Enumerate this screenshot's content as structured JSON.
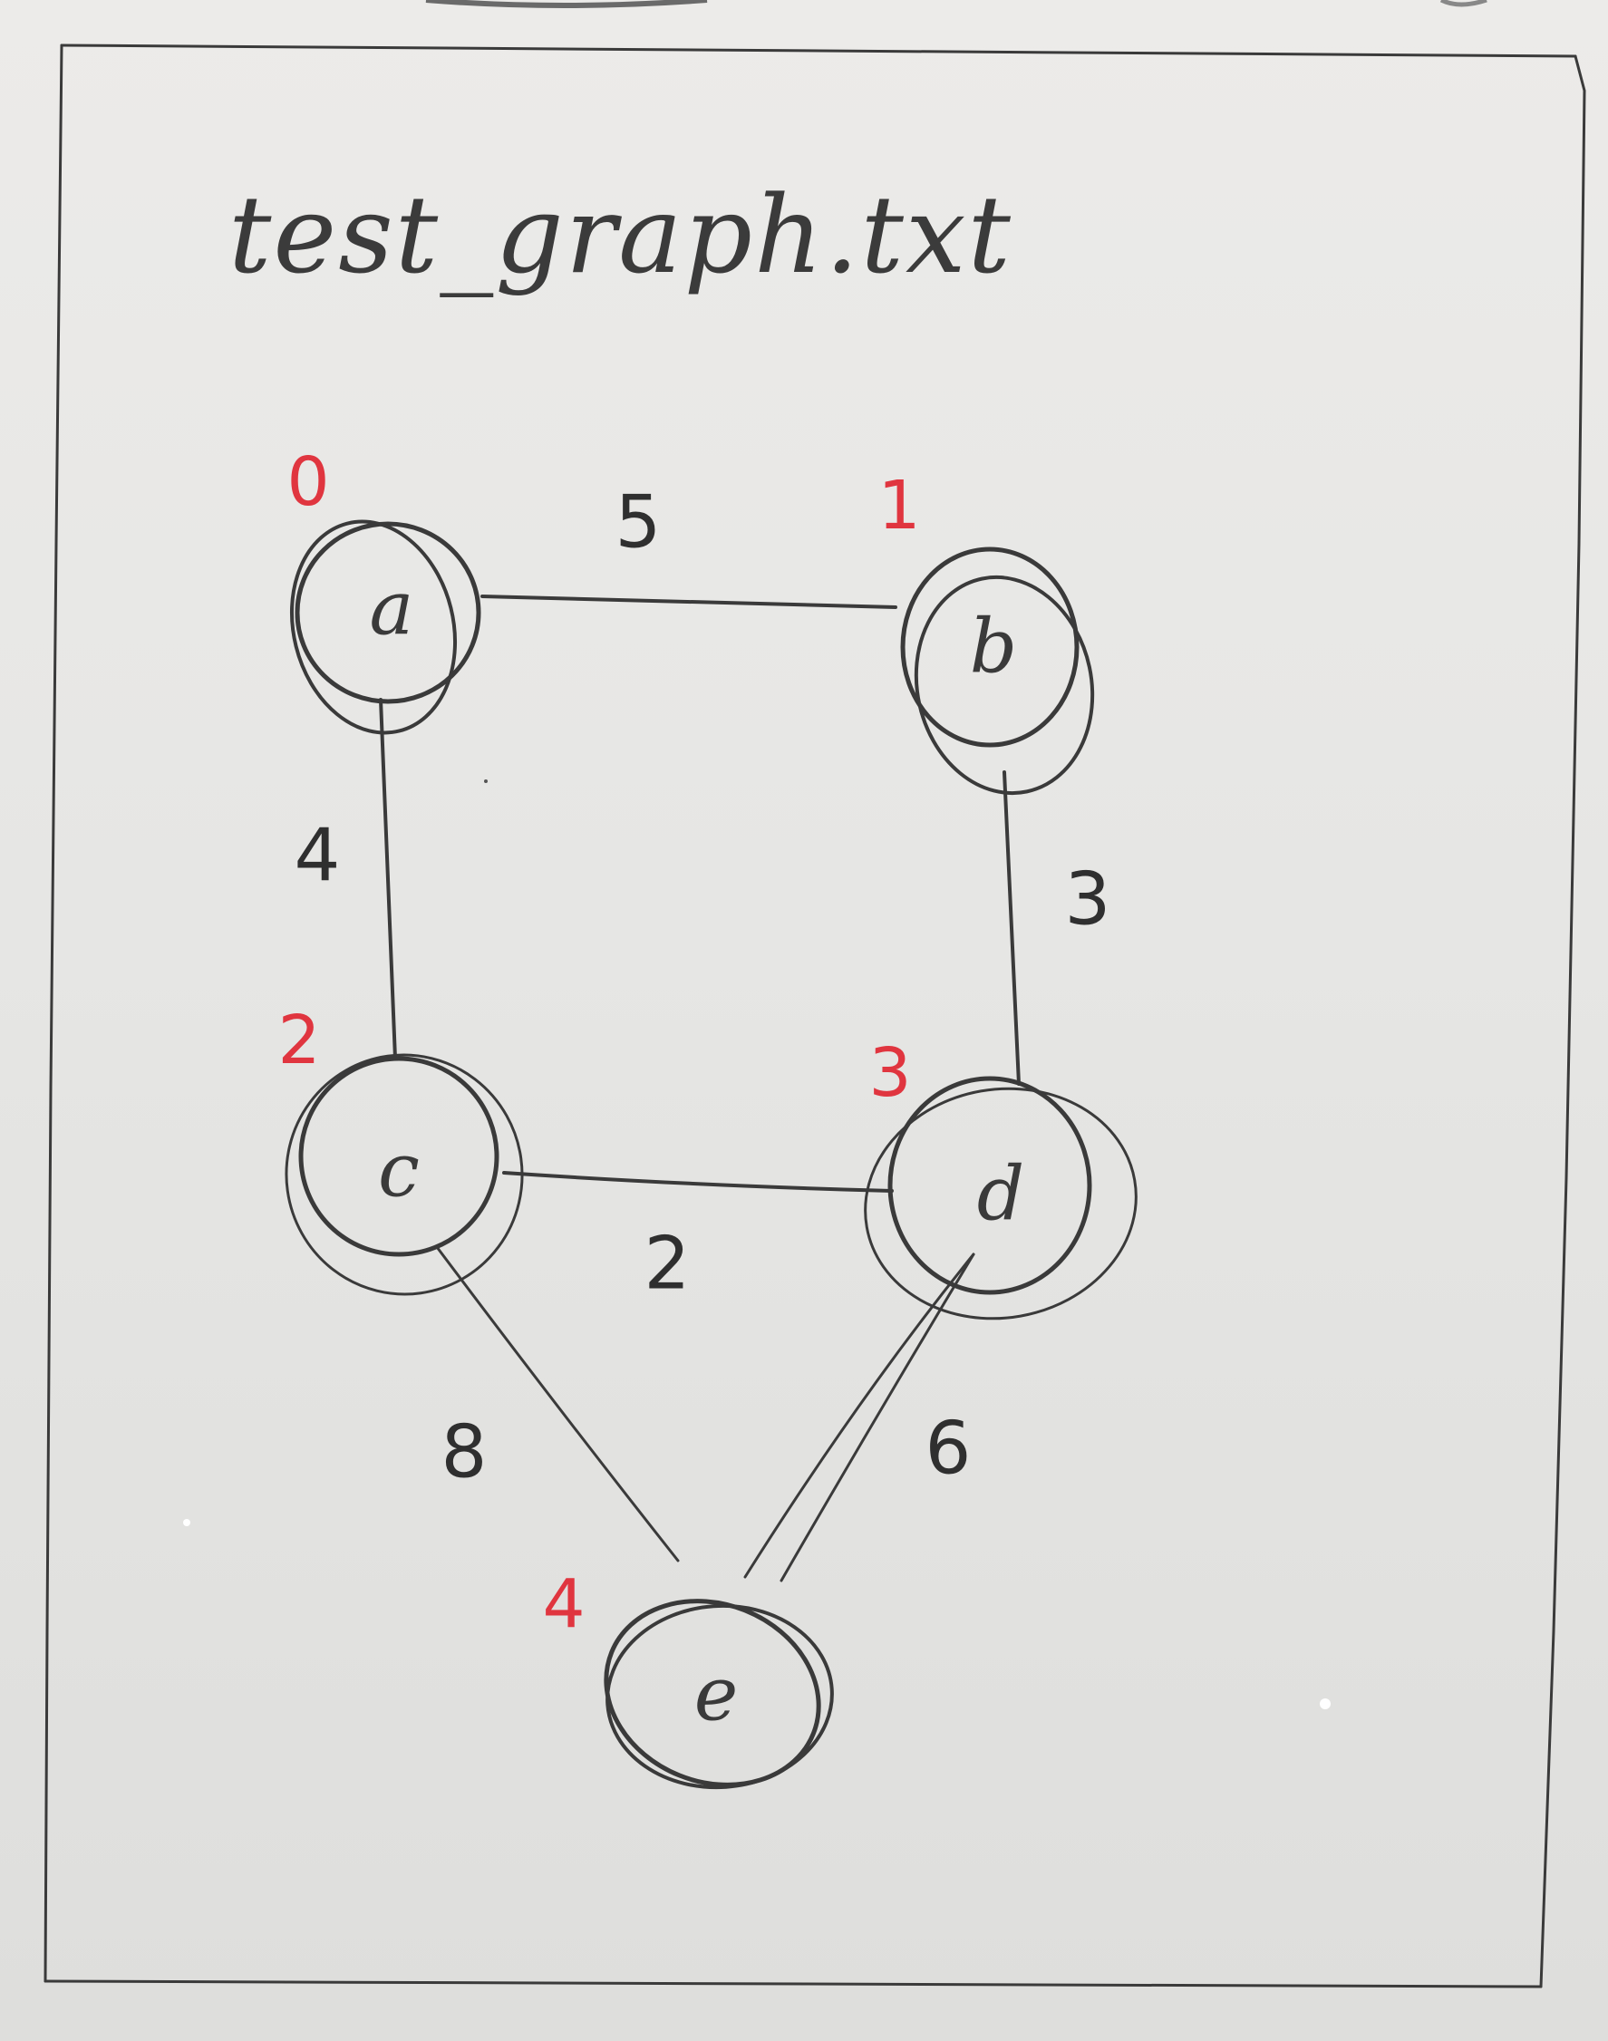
{
  "title": "test_graph.txt",
  "nodes": [
    {
      "id": "a",
      "label": "a",
      "index": "0"
    },
    {
      "id": "b",
      "label": "b",
      "index": "1"
    },
    {
      "id": "c",
      "label": "c",
      "index": "2"
    },
    {
      "id": "d",
      "label": "d",
      "index": "3"
    },
    {
      "id": "e",
      "label": "e",
      "index": "4"
    }
  ],
  "edges": [
    {
      "from": "a",
      "to": "b",
      "weight": "5"
    },
    {
      "from": "a",
      "to": "c",
      "weight": "4"
    },
    {
      "from": "b",
      "to": "d",
      "weight": "3"
    },
    {
      "from": "c",
      "to": "d",
      "weight": "2"
    },
    {
      "from": "c",
      "to": "e",
      "weight": "8"
    },
    {
      "from": "d",
      "to": "e",
      "weight": "6"
    }
  ],
  "colors": {
    "pencil": "#3a3a3a",
    "index_ink": "#e0353f",
    "paper": "#e6e6e4"
  }
}
